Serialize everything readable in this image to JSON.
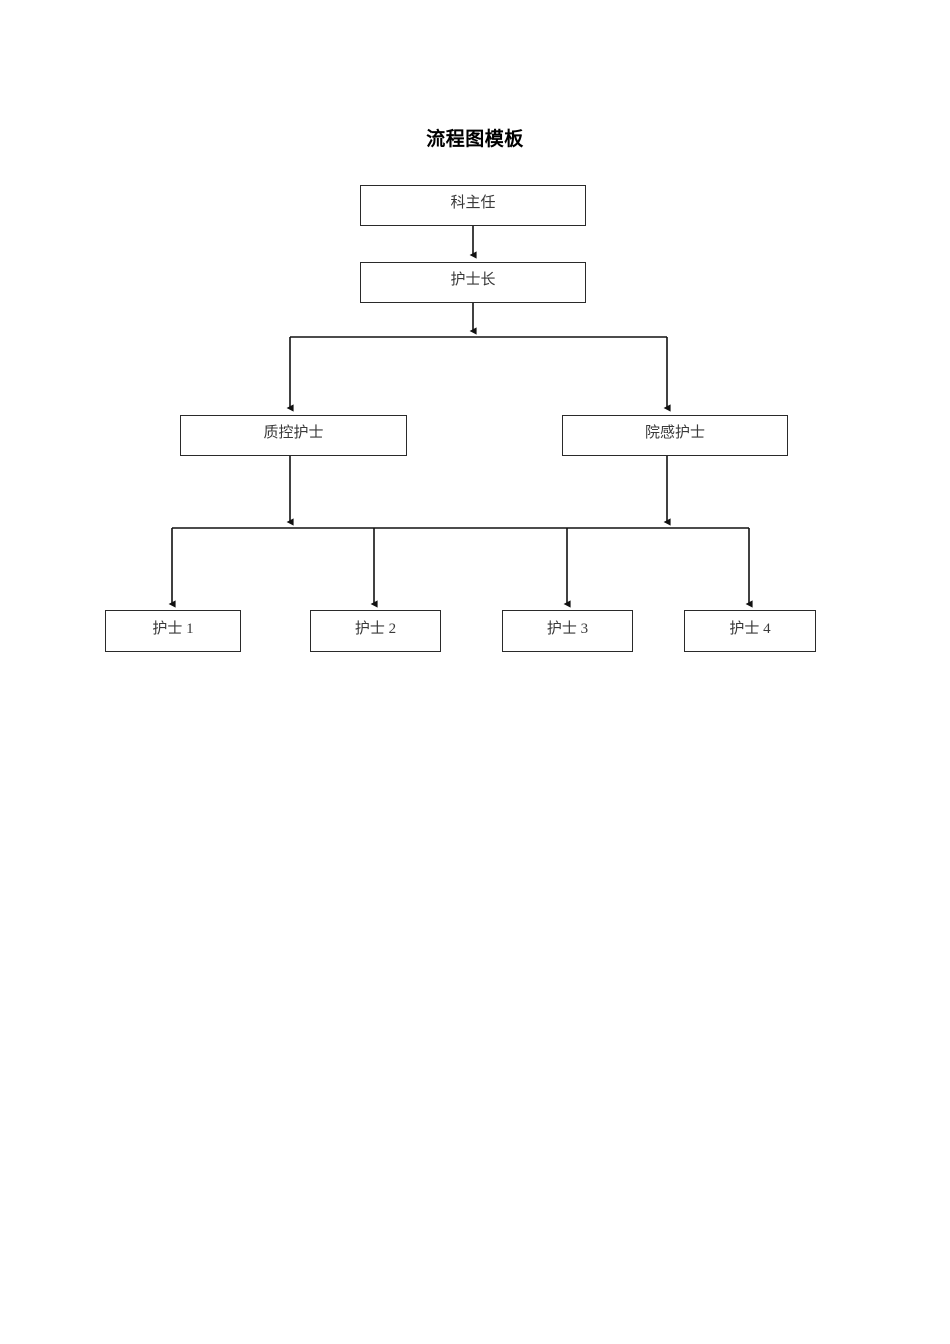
{
  "document": {
    "title": "流程图模板",
    "page_background": "#ffffff",
    "line_color": "#111111",
    "box_border_color": "#2a2a2a",
    "text_color": "#3a3a3a"
  },
  "chart_data": {
    "type": "diagram",
    "subtype": "org-chart-flowchart",
    "title": "流程图模板",
    "orientation": "top-down",
    "levels": [
      {
        "level": 1,
        "nodes": [
          "科主任"
        ]
      },
      {
        "level": 2,
        "nodes": [
          "护士长"
        ]
      },
      {
        "level": 3,
        "nodes": [
          "质控护士",
          "院感护士"
        ]
      },
      {
        "level": 4,
        "nodes": [
          "护士 1",
          "护士 2",
          "护士 3",
          "护士 4"
        ]
      }
    ],
    "edges": [
      {
        "from": "科主任",
        "to": "护士长",
        "style": "straight-arrow"
      },
      {
        "from": "护士长",
        "to": "质控护士",
        "style": "orthogonal-arrow"
      },
      {
        "from": "护士长",
        "to": "院感护士",
        "style": "orthogonal-arrow"
      },
      {
        "from": "质控护士",
        "to": "护士 1",
        "style": "orthogonal-arrow"
      },
      {
        "from": "质控护士",
        "to": "护士 2",
        "style": "orthogonal-arrow"
      },
      {
        "from": "院感护士",
        "to": "护士 3",
        "style": "orthogonal-arrow"
      },
      {
        "from": "院感护士",
        "to": "护士 4",
        "style": "orthogonal-arrow"
      }
    ]
  },
  "nodes": {
    "department_head": {
      "label": "科主任"
    },
    "head_nurse": {
      "label": "护士长"
    },
    "quality_nurse": {
      "label": "质控护士"
    },
    "infection_nurse": {
      "label": "院感护士"
    },
    "nurse_1": {
      "label": "护士 1"
    },
    "nurse_2": {
      "label": "护士 2"
    },
    "nurse_3": {
      "label": "护士 3"
    },
    "nurse_4": {
      "label": "护士 4"
    }
  }
}
